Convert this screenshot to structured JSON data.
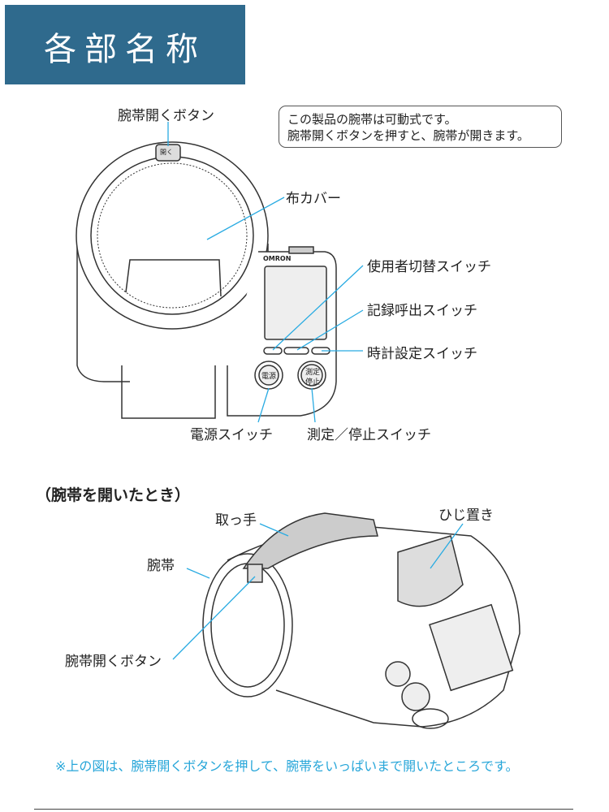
{
  "header": {
    "title": "各部名称"
  },
  "callout": {
    "line1": "この製品の腕帯は可動式です。",
    "line2": "腕帯開くボタンを押すと、腕帯が開きます。"
  },
  "top_diagram": {
    "labels": {
      "cuff_open_button": "腕帯開くボタン",
      "cloth_cover": "布カバー",
      "user_switch": "使用者切替スイッチ",
      "memory_switch": "記録呼出スイッチ",
      "clock_switch": "時計設定スイッチ",
      "power_switch": "電源スイッチ",
      "start_stop_switch": "測定／停止スイッチ"
    },
    "device_text": {
      "open_button": "開く",
      "brand": "OMRON",
      "power": "電源",
      "start": "測定",
      "stop": "停止"
    }
  },
  "bottom_diagram": {
    "subtitle": "（腕帯を開いたとき）",
    "labels": {
      "handle": "取っ手",
      "elbow_rest": "ひじ置き",
      "cuff": "腕帯",
      "cuff_open_button": "腕帯開くボタン"
    }
  },
  "note": "※上の図は、腕帯開くボタンを押して、腕帯をいっぱいまで開いたところです。",
  "colors": {
    "header_bg": "#2f6a8d",
    "leader_line": "#29abe2",
    "note": "#27a6d9"
  }
}
